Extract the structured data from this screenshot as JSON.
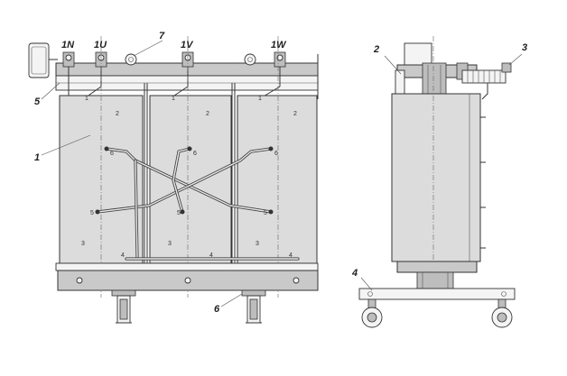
{
  "terminals": {
    "n": "1N",
    "u": "1U",
    "v": "1V",
    "w": "1W"
  },
  "callouts": {
    "c1": "1",
    "c2": "2",
    "c3": "3",
    "c4": "4",
    "c5": "5",
    "c6": "6",
    "c7": "7"
  },
  "tap_labels": {
    "t1": "1",
    "t2": "2",
    "t3": "3",
    "t4": "4",
    "t5": "5",
    "t6": "6"
  }
}
